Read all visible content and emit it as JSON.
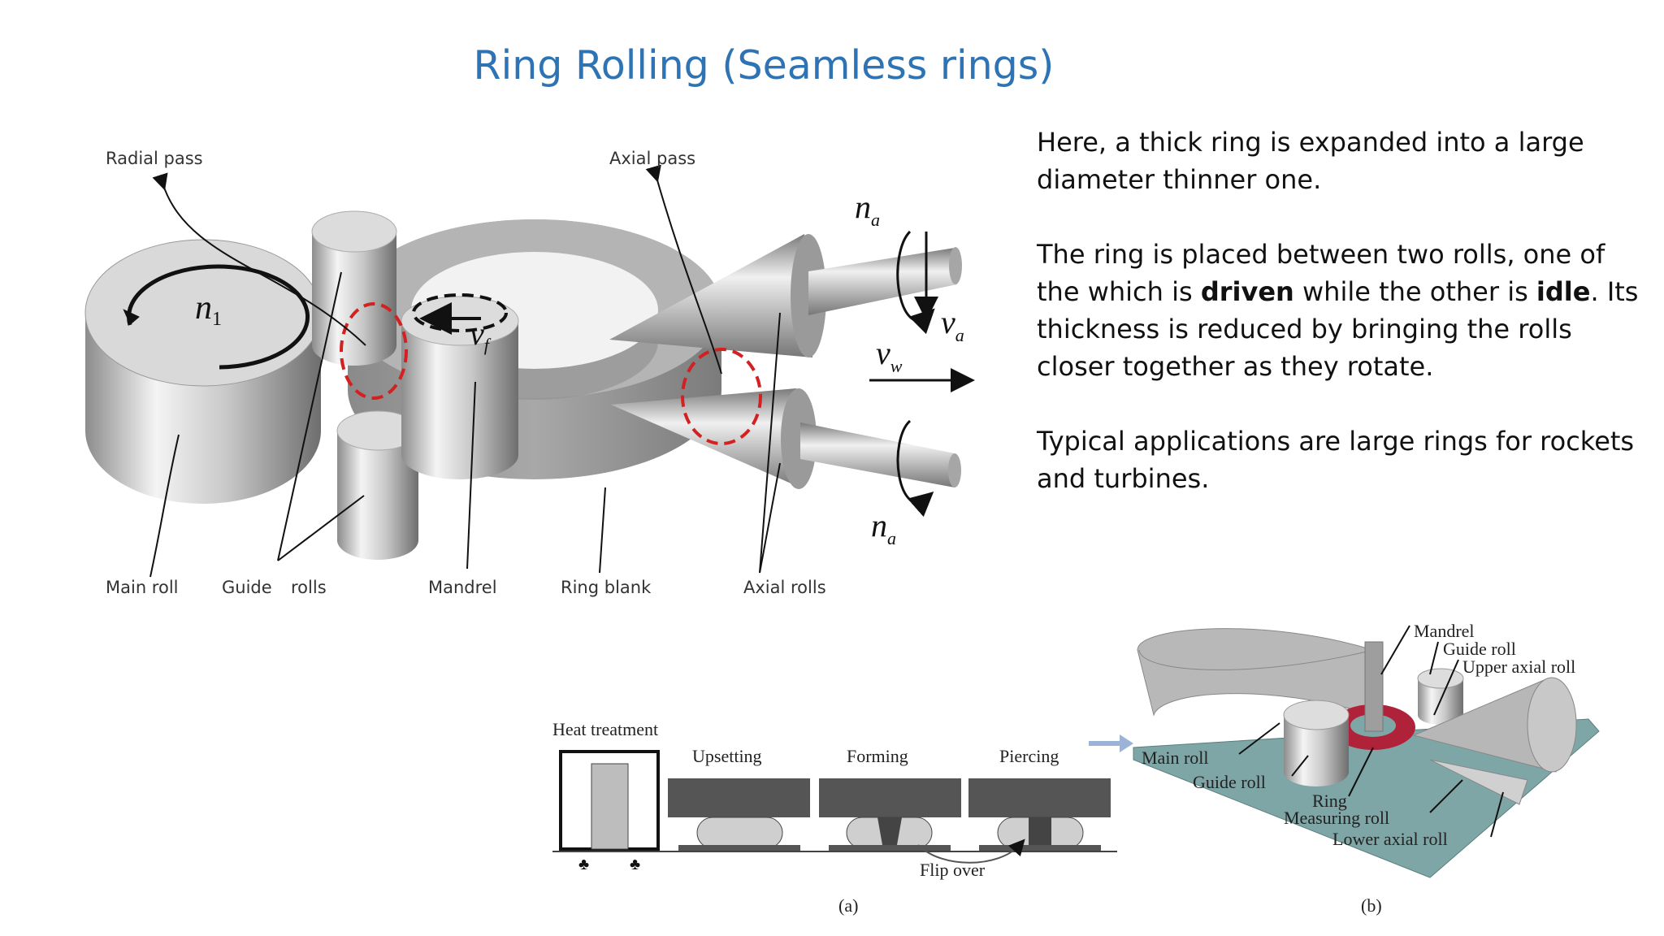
{
  "slide": {
    "title": "Ring Rolling (Seamless rings)"
  },
  "body": {
    "p1": "Here, a thick ring is expanded into a large diameter thinner one.",
    "p2_a": "The ring is placed between two rolls, one of the which is ",
    "p2_driven": "driven",
    "p2_b": " while the other is ",
    "p2_idle": "idle",
    "p2_c": ". Its thickness is reduced by bringing the rolls closer together as they rotate.",
    "p3": "Typical applications are large rings for rockets and turbines."
  },
  "diagram_main": {
    "labels": {
      "radial_pass": "Radial pass",
      "axial_pass": "Axial pass",
      "main_roll": "Main roll",
      "guide_rolls_1": "Guide",
      "guide_rolls_2": "rolls",
      "mandrel": "Mandrel",
      "ring_blank": "Ring blank",
      "axial_rolls": "Axial rolls"
    },
    "symbols": {
      "n1": "n",
      "n1_sub": "1",
      "vf": "v",
      "vf_sub": "f",
      "na_top": "n",
      "na_top_sub": "a",
      "va": "v",
      "va_sub": "a",
      "vw": "v",
      "vw_sub": "w",
      "na_bot": "n",
      "na_bot_sub": "a"
    }
  },
  "diagram_process": {
    "labels": {
      "heat_treatment": "Heat treatment",
      "upsetting": "Upsetting",
      "forming": "Forming",
      "piercing": "Piercing",
      "flip_over": "Flip over",
      "caption": "(a)"
    }
  },
  "diagram_mill": {
    "labels": {
      "mandrel": "Mandrel",
      "guide_roll": "Guide roll",
      "upper_axial_roll": "Upper axial roll",
      "main_roll": "Main roll",
      "guide_roll_2": "Guide roll",
      "ring": "Ring",
      "measuring_roll": "Measuring roll",
      "lower_axial_roll": "Lower axial roll",
      "caption": "(b)"
    }
  },
  "colors": {
    "title": "#2e74b5",
    "highlight_circle": "#d32020",
    "mill_table": "#7fa6a6",
    "ring_hot": "#b0223a"
  }
}
